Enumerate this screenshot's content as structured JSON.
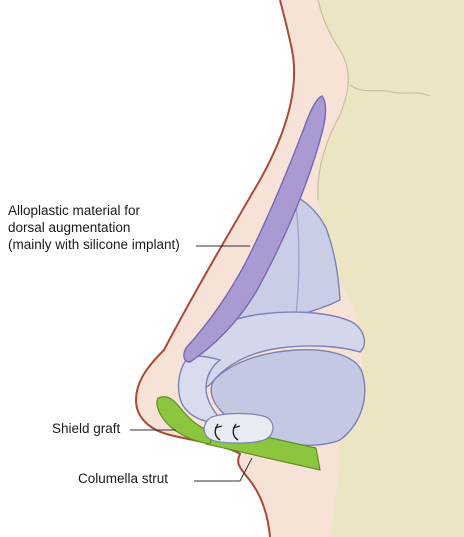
{
  "labels": {
    "alloplastic": {
      "line1": "Alloplastic material for",
      "line2": "dorsal augmentation",
      "line3": "(mainly with silicone implant)"
    },
    "shield_graft": "Shield graft",
    "columella_strut": "Columella strut"
  },
  "colors": {
    "skin": "#f6e2d6",
    "skin_outline": "#a84a35",
    "bone": "#ece5c3",
    "cartilage": "#c9cde6",
    "cartilage_dark": "#9aa0c8",
    "implant": "#a99ad2",
    "graft": "#8cc63f"
  }
}
